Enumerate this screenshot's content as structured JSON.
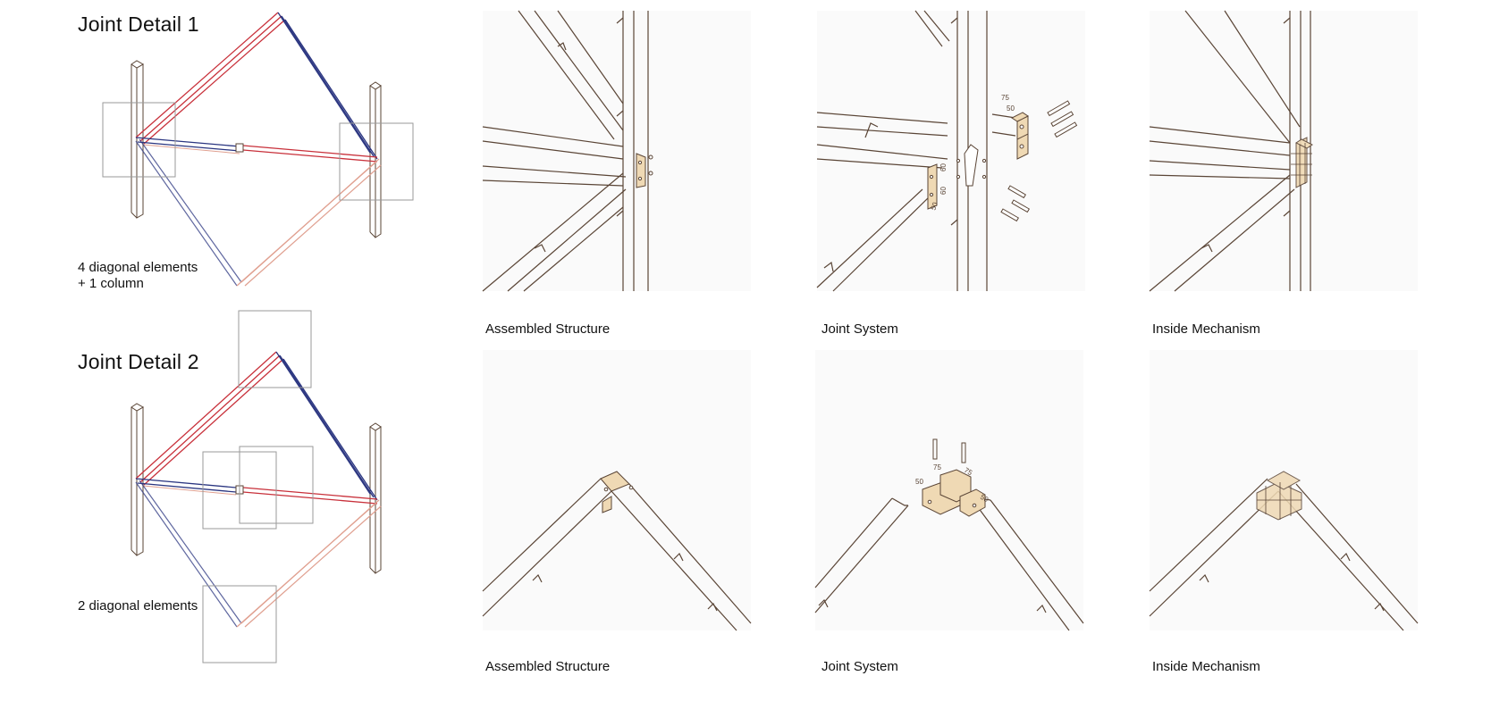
{
  "detail1": {
    "title": "Joint Detail 1",
    "note_line1": "4 diagonal elements",
    "note_line2": "+ 1 column",
    "captions": [
      "Assembled Structure",
      "Joint System",
      "Inside Mechanism"
    ]
  },
  "detail2": {
    "title": "Joint Detail 2",
    "note_line1": "2 diagonal elements",
    "captions": [
      "Assembled Structure",
      "Joint System",
      "Inside Mechanism"
    ]
  },
  "dimensions": {
    "d75": "75",
    "d50": "50",
    "d60": "60"
  },
  "colors": {
    "red_member": "#c8303a",
    "blue_member": "#2a3580",
    "salmon_member": "#e0a090",
    "wood_line": "#5a4536",
    "wood_fill": "#efd9b4",
    "callout_box": "#9a9a9a"
  }
}
